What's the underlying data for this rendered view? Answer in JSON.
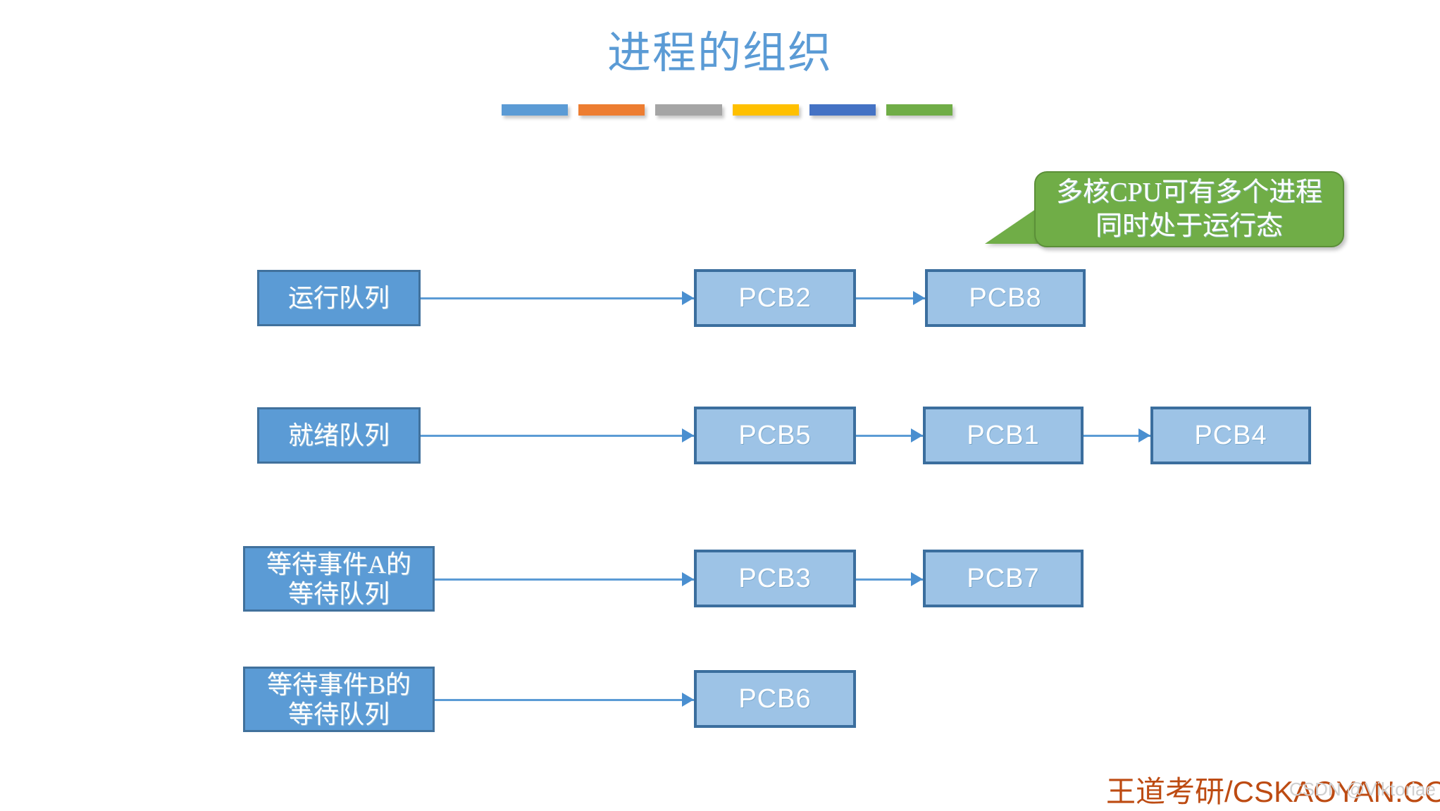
{
  "slide": {
    "title": "进程的组织",
    "title_color": "#5b9bd5",
    "background": "#ffffff"
  },
  "title_bars": [
    {
      "name": "bar-blue",
      "color": "#5b9bd5"
    },
    {
      "name": "bar-orange",
      "color": "#ed7d31"
    },
    {
      "name": "bar-gray",
      "color": "#a5a5a5"
    },
    {
      "name": "bar-yellow",
      "color": "#ffc000"
    },
    {
      "name": "bar-dark-blue",
      "color": "#4472c4"
    },
    {
      "name": "bar-green",
      "color": "#70ad47"
    }
  ],
  "callout": {
    "text": "多核CPU可有多个进程\n同时处于运行态",
    "fill": "#70ad47",
    "border": "#5b8f38",
    "text_color": "#ffffff"
  },
  "diagram": {
    "queue_fill": "#5b9bd5",
    "queue_border": "#41719c",
    "pcb_fill": "#9dc3e6",
    "pcb_border": "#3b6e9e",
    "connector_color": "#5b9bd5",
    "rows": [
      {
        "queue_label": "运行队列",
        "pcbs": [
          "PCB2",
          "PCB8"
        ]
      },
      {
        "queue_label": "就绪队列",
        "pcbs": [
          "PCB5",
          "PCB1",
          "PCB4"
        ]
      },
      {
        "queue_label": "等待事件A的\n等待队列",
        "pcbs": [
          "PCB3",
          "PCB7"
        ]
      },
      {
        "queue_label": "等待事件B的\n等待队列",
        "pcbs": [
          "PCB6"
        ]
      }
    ]
  },
  "watermarks": {
    "brand": "王道考研/CSKAOYAN.COM",
    "brand_color": "#bd4b12",
    "csdn": "CSDN @Viktoriae",
    "csdn_color": "#cfcfcf"
  }
}
